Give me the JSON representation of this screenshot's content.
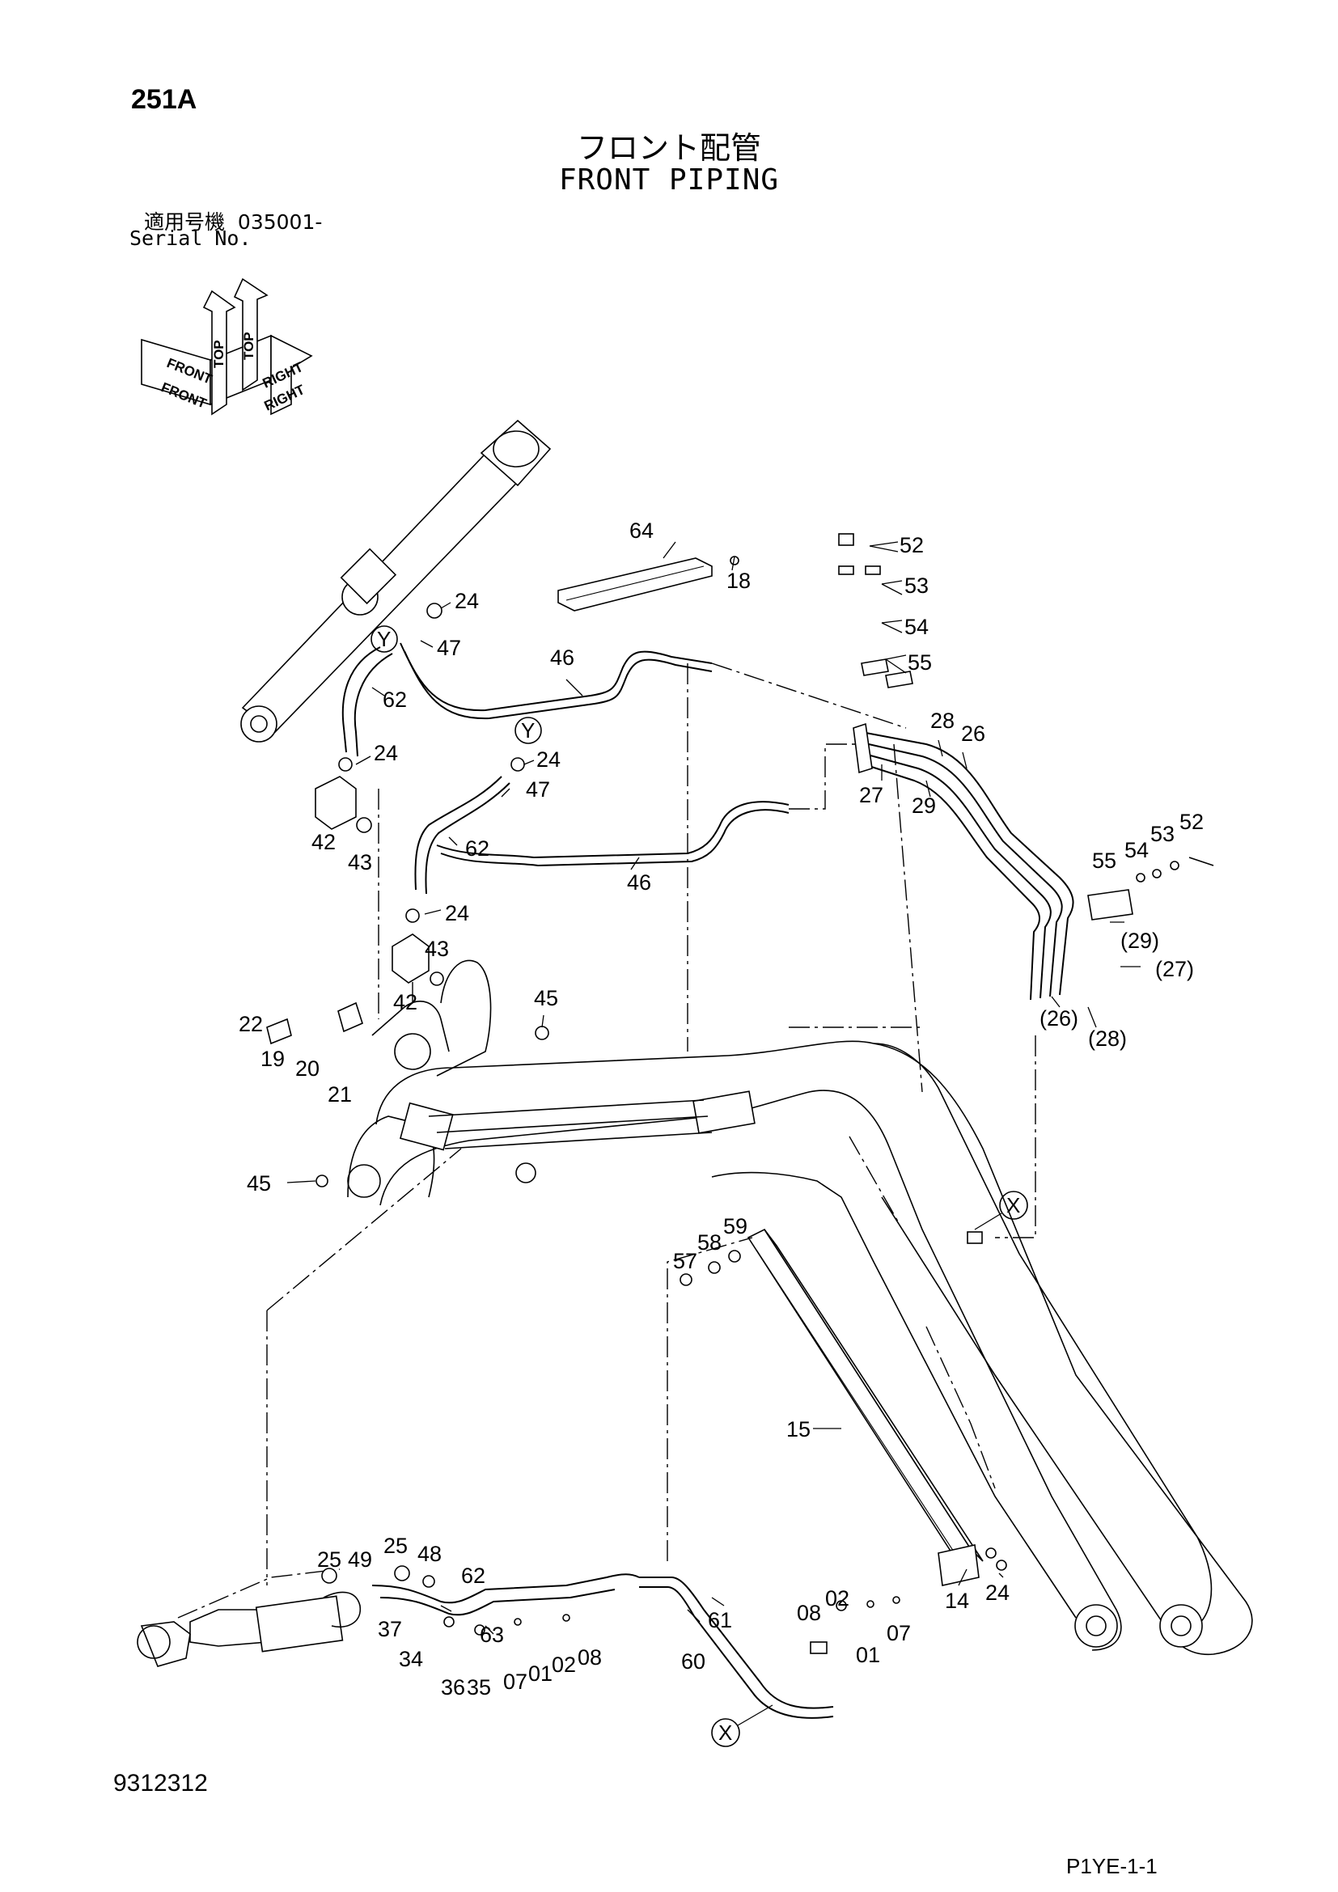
{
  "header": {
    "page_code": "251A",
    "title_jp": "フロント配管",
    "title_en": "FRONT PIPING",
    "serial_label_jp": "適用号機",
    "serial_value": "035001-",
    "serial_label_en": "Serial No."
  },
  "orientation": {
    "top_a": "TOP",
    "top_b": "TOP",
    "front_a": "FRONT",
    "front_b": "FRONT",
    "right_a": "RIGHT",
    "right_b": "RIGHT"
  },
  "view_tags": {
    "x1": "X",
    "x2": "X",
    "y1": "Y",
    "y2": "Y"
  },
  "callouts": {
    "c64": "64",
    "c18": "18",
    "c52a": "52",
    "c53a": "53",
    "c54a": "54",
    "c55a": "55",
    "c24a": "24",
    "c47a": "47",
    "c46a": "46",
    "c62a": "62",
    "c24b": "24",
    "c42a": "42",
    "c43a": "43",
    "c24c": "24",
    "c47b": "47",
    "c62b": "62",
    "c46b": "46",
    "c24d": "24",
    "c43b": "43",
    "c42b": "42",
    "c28": "28",
    "c26": "26",
    "c27": "27",
    "c29": "29",
    "c55b": "55",
    "c54b": "54",
    "c53b": "53",
    "c52b": "52",
    "c29p": "(29)",
    "c27p": "(27)",
    "c26p": "(26)",
    "c28p": "(28)",
    "c22": "22",
    "c19": "19",
    "c20": "20",
    "c21": "21",
    "c45a": "45",
    "c45b": "45",
    "c57": "57",
    "c58": "58",
    "c59": "59",
    "c15": "15",
    "c14": "14",
    "c24e": "24",
    "c25a": "25",
    "c49": "49",
    "c25b": "25",
    "c48": "48",
    "c62c": "62",
    "c37": "37",
    "c34": "34",
    "c63": "63",
    "c36": "36",
    "c35": "35",
    "c07a": "07",
    "c01a": "01",
    "c02a": "02",
    "c08a": "08",
    "c60": "60",
    "c61": "61",
    "c08b": "08",
    "c02b": "02",
    "c01b": "01",
    "c07b": "07"
  },
  "footer": {
    "doc_number": "9312312",
    "sheet_ref": "P1YE-1-1"
  }
}
